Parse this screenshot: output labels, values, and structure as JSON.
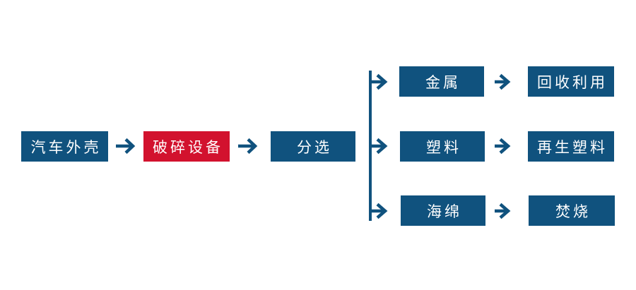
{
  "colors": {
    "primary_blue": "#10527E",
    "accent_red": "#D2122E",
    "label_text": "#FFFFFF",
    "background": "#FFFFFF"
  },
  "flowchart": {
    "main_chain": [
      {
        "label": "汽车外壳",
        "style": "blue"
      },
      {
        "label": "破碎设备",
        "style": "red"
      },
      {
        "label": "分选",
        "style": "blue"
      }
    ],
    "branches": [
      {
        "material": "金属",
        "output": "回收利用"
      },
      {
        "material": "塑料",
        "output": "再生塑料"
      },
      {
        "material": "海绵",
        "output": "焚烧"
      }
    ]
  }
}
